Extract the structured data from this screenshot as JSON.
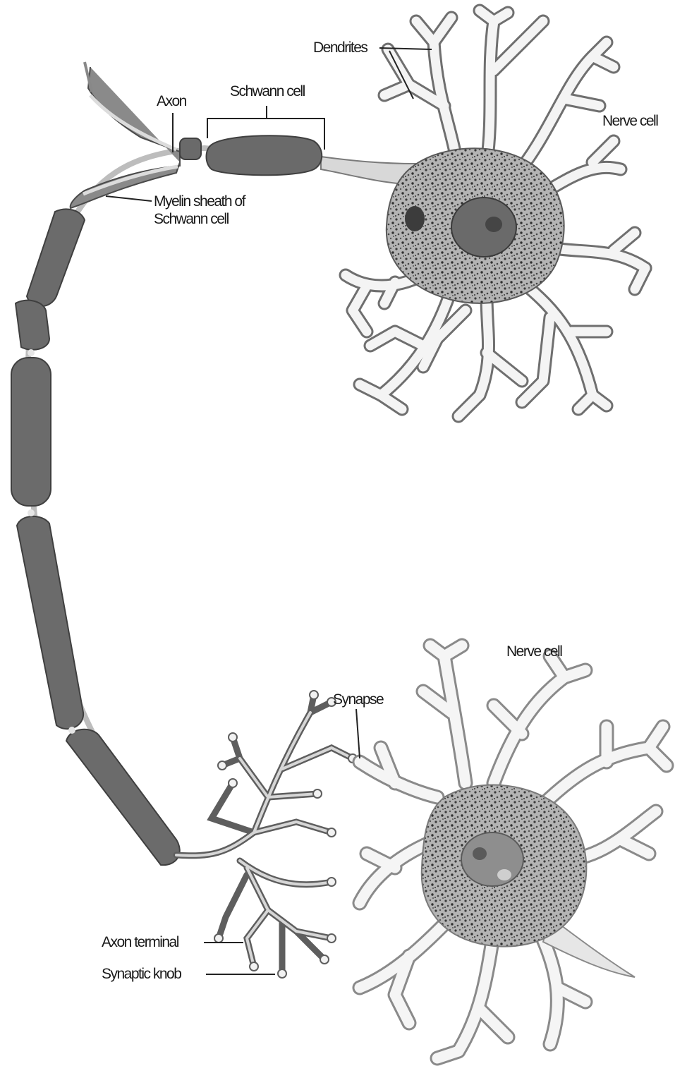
{
  "labels": {
    "dendrites": "Dendrites",
    "axon": "Axon",
    "schwann_cell": "Schwann cell",
    "myelin_line1": "Myelin sheath of",
    "myelin_line2": "Schwann cell",
    "nerve_cell_top": "Nerve cell",
    "nerve_cell_bottom": "Nerve cell",
    "synapse": "Synapse",
    "axon_terminal": "Axon terminal",
    "synaptic_knob": "Synaptic knob"
  },
  "colors": {
    "background": "#ffffff",
    "myelin": "#6a6a6a",
    "myelin_dark": "#4a4a4a",
    "axon_core": "#cfcfcf",
    "dendrite_fill": "#f2f2f2",
    "dendrite_edge": "#6f6f6f",
    "soma_fill": "#8c8c8c",
    "nucleus": "#5f5f5f",
    "text": "#1a1a1a"
  }
}
